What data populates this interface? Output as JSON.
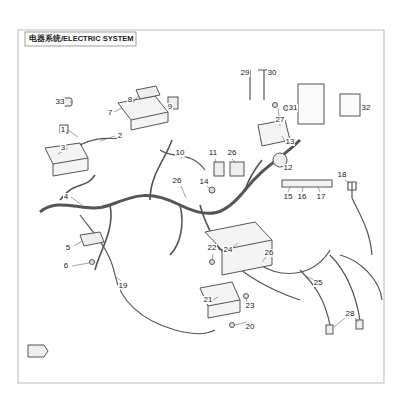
{
  "diagram": {
    "title": "电器系统/ELECTRIC SYSTEM",
    "labels": [
      "29",
      "30",
      "31",
      "32",
      "33",
      "8",
      "9",
      "7",
      "27",
      "1",
      "2",
      "3",
      "13",
      "11",
      "26",
      "10",
      "12",
      "14",
      "4",
      "26",
      "18",
      "15",
      "16",
      "17",
      "24",
      "26",
      "25",
      "22",
      "5",
      "6",
      "19",
      "21",
      "23",
      "20",
      "28"
    ]
  }
}
